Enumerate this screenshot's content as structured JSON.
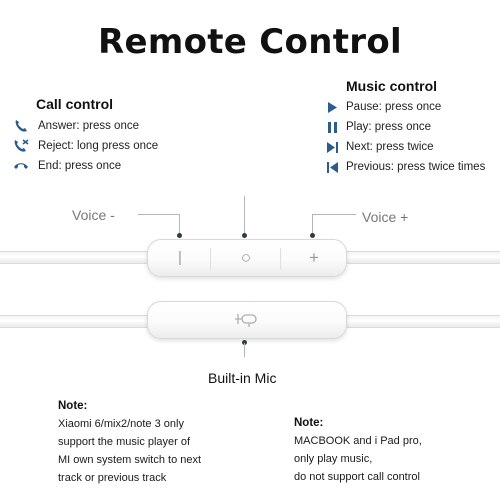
{
  "title": "Remote Control",
  "call_control": {
    "heading": "Call control",
    "items": [
      {
        "icon": "phone-answer-icon",
        "text": "Answer: press once"
      },
      {
        "icon": "phone-reject-icon",
        "text": "Reject: long press once"
      },
      {
        "icon": "phone-end-icon",
        "text": "End: press once"
      }
    ]
  },
  "music_control": {
    "heading": "Music control",
    "items": [
      {
        "icon": "play-triangle-icon",
        "text": "Pause: press once"
      },
      {
        "icon": "pause-bars-icon",
        "text": "Play: press once"
      },
      {
        "icon": "next-track-icon",
        "text": "Next: press twice"
      },
      {
        "icon": "previous-track-icon",
        "text": "Previous: press twice times"
      }
    ]
  },
  "remote": {
    "voice_minus": "Voice -",
    "voice_plus": "Voice +",
    "button_minus": "|",
    "button_center": "○",
    "button_plus": "+",
    "mic_label": "Built-in Mic"
  },
  "notes": {
    "left": {
      "heading": "Note:",
      "lines": [
        "Xiaomi 6/mix2/note 3 only",
        "support the music player of",
        "MI own system switch to next",
        "track or previous track"
      ]
    },
    "right": {
      "heading": "Note:",
      "lines": [
        "MACBOOK and i Pad pro,",
        "only play music,",
        "do not support call control"
      ]
    }
  },
  "colors": {
    "icon_blue": "#2b5c8a",
    "leader": "#b5b5b5",
    "cable": "#f2f2f2"
  }
}
